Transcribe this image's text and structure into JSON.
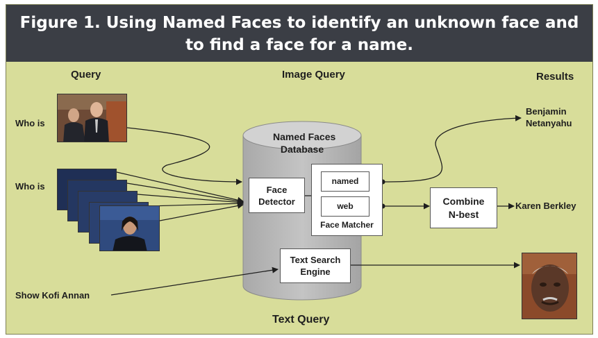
{
  "figure": {
    "title_line1": "Figure 1.  Using Named Faces to identify an unknown face and",
    "title_line2": "to find a face for a name."
  },
  "headers": {
    "query": "Query",
    "image_query": "Image Query",
    "results": "Results",
    "text_query": "Text Query"
  },
  "queries": {
    "who_is_1": "Who is",
    "who_is_2": "Who is",
    "show_name": "Show Kofi Annan"
  },
  "database": {
    "title_line1": "Named Faces",
    "title_line2": "Database"
  },
  "components": {
    "face_detector_line1": "Face",
    "face_detector_line2": "Detector",
    "named": "named",
    "web": "web",
    "face_matcher": "Face Matcher",
    "combine_line1": "Combine",
    "combine_line2": "N-best",
    "text_search_line1": "Text Search",
    "text_search_line2": "Engine"
  },
  "results": {
    "result_1_line1": "Benjamin",
    "result_1_line2": "Netanyahu",
    "result_2": "Karen Berkley"
  },
  "colors": {
    "background": "#d8dd9a",
    "banner": "#3b3e45",
    "cylinder": "#b9b9b9"
  }
}
